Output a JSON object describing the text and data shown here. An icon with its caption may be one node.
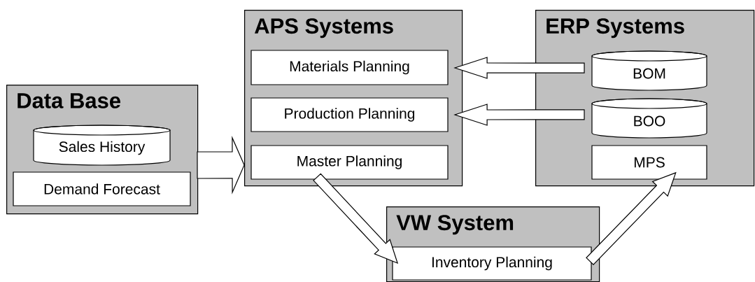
{
  "diagram": {
    "nodes": [
      {
        "text": [
          "Data Base"
        ]
      },
      {
        "text": [
          "Sales History"
        ],
        "in": 0
      },
      {
        "text": [
          "Demand Forecast"
        ],
        "in": 0
      },
      {
        "text": [
          "APS Systems"
        ]
      },
      {
        "text": [
          "Materials Planning"
        ],
        "in": 3
      },
      {
        "text": [
          "Production Planning"
        ],
        "in": 3
      },
      {
        "text": [
          "Master Planning"
        ],
        "in": 3
      },
      {
        "text": [
          "ERP Systems"
        ]
      },
      {
        "text": [
          "BOM"
        ],
        "in": 7
      },
      {
        "text": [
          "BOO"
        ],
        "in": 7
      },
      {
        "text": [
          "MPS"
        ],
        "in": 7
      },
      {
        "text": [
          "VW System"
        ]
      },
      {
        "text": [
          "Inventory Planning"
        ],
        "in": 11
      }
    ],
    "edges": [
      {
        "from": 0,
        "to": 3,
        "arrow": "to"
      },
      {
        "from": 8,
        "to": 4,
        "arrow": "to"
      },
      {
        "from": 9,
        "to": 5,
        "arrow": "to"
      },
      {
        "from": 6,
        "to": 12,
        "arrow": "to"
      },
      {
        "from": 12,
        "to": 10,
        "arrow": "to"
      }
    ]
  }
}
